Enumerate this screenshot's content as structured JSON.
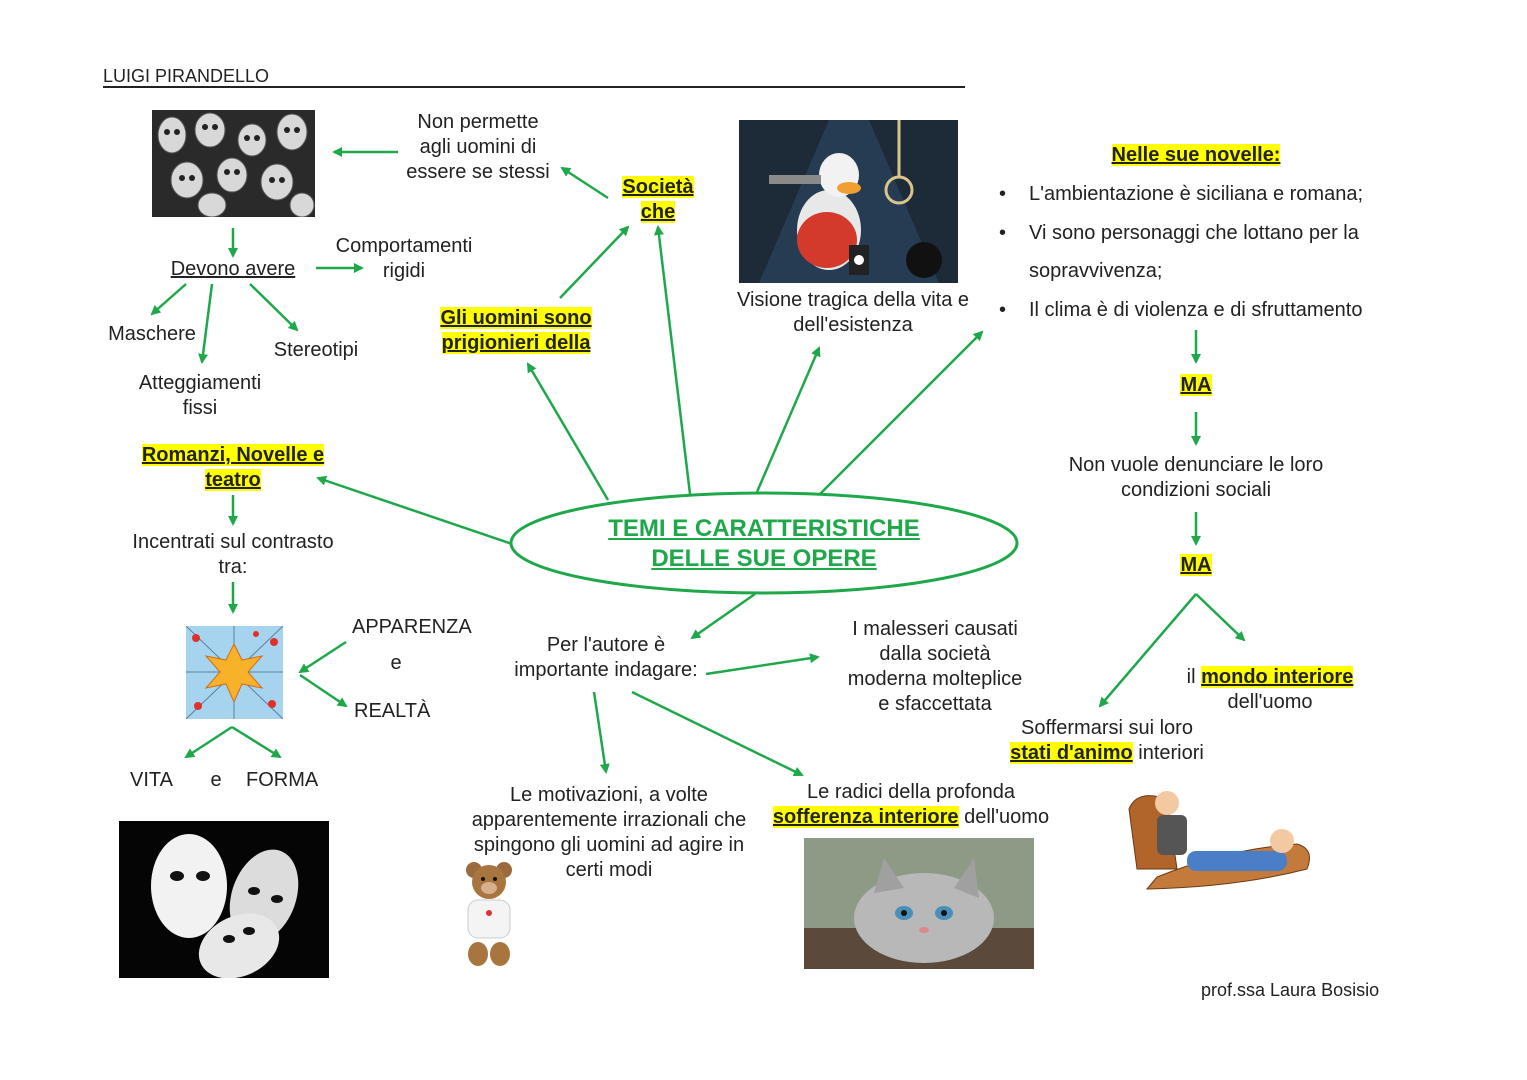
{
  "header": {
    "title": "LUIGI PIRANDELLO"
  },
  "center": {
    "line1": "TEMI E CARATTERISTICHE",
    "line2": "DELLE SUE OPERE"
  },
  "left": {
    "non_permette": [
      "Non permette",
      "agli uomini di",
      "essere se stessi"
    ],
    "devono_avere": "Devono avere",
    "comportamenti": [
      "Comportamenti",
      "rigidi"
    ],
    "maschere": "Maschere",
    "stereotipi": "Stereotipi",
    "atteggiamenti": [
      "Atteggiamenti",
      "fissi"
    ],
    "romanzi": [
      "Romanzi, Novelle e",
      "teatro"
    ],
    "incentrati": [
      "Incentrati sul contrasto",
      "tra:"
    ],
    "apparenza": "APPARENZA",
    "e1": "e",
    "realta": "REALTÀ",
    "vita": "VITA",
    "e2": "e",
    "forma": "FORMA"
  },
  "middle": {
    "societa": [
      "Società",
      "che"
    ],
    "prigionieri": [
      "Gli uomini sono",
      "prigionieri della"
    ],
    "visione": [
      "Visione tragica della vita e",
      "dell'esistenza"
    ],
    "per_autore": [
      "Per l'autore è",
      "importante indagare:"
    ],
    "malesseri": [
      "I malesseri causati",
      "dalla società",
      "moderna molteplice",
      "e sfaccettata"
    ],
    "motivazioni": [
      "Le motivazioni, a volte",
      "apparentemente irrazionali che",
      "spingono gli uomini ad agire in",
      "certi modi"
    ],
    "radici_pre": "Le radici della profonda",
    "radici_hl": "sofferenza interiore",
    "radici_post": "dell'uomo"
  },
  "right": {
    "novelle_title": "Nelle sue novelle:",
    "bullets": [
      "L'ambientazione è siciliana e romana;",
      "Vi sono personaggi che lottano per la",
      "sopravvivenza;",
      "Il clima è di violenza e di sfruttamento"
    ],
    "ma1": "MA",
    "non_vuole": [
      "Non vuole denunciare le loro",
      "condizioni sociali"
    ],
    "ma2": "MA",
    "mondo_pre": "il",
    "mondo_hl": "mondo interiore",
    "mondo_post": "dell'uomo",
    "soffermarsi": "Soffermarsi sui loro",
    "stati_hl": "stati d'animo",
    "stati_post": "interiori"
  },
  "footer": {
    "author": "prof.ssa Laura Bosisio"
  },
  "colors": {
    "arrow": "#1ea84a",
    "highlight": "#ffff00",
    "center_text": "#1ea84a"
  }
}
